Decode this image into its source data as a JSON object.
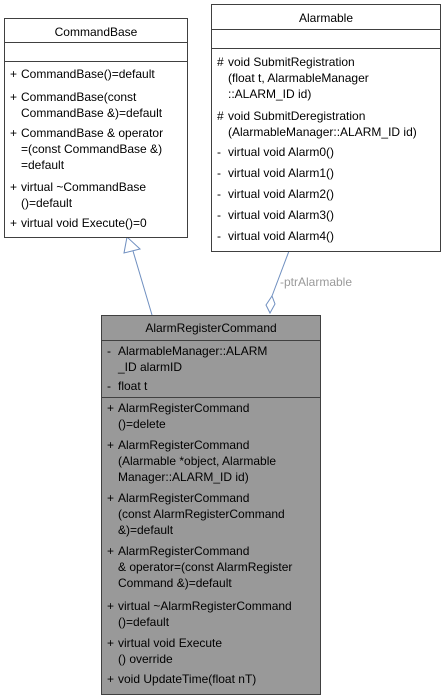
{
  "command_base": {
    "title": "CommandBase",
    "members": [
      {
        "vis": "+",
        "lines": [
          "CommandBase()=default"
        ]
      },
      {
        "vis": "+",
        "lines": [
          "CommandBase(const",
          " CommandBase &)=default"
        ]
      },
      {
        "vis": "+",
        "lines": [
          "CommandBase & operator",
          "=(const CommandBase &)",
          "=default"
        ]
      },
      {
        "vis": "+",
        "lines": [
          "virtual ~CommandBase",
          "()=default"
        ]
      },
      {
        "vis": "+",
        "lines": [
          "virtual void Execute()=0"
        ]
      }
    ]
  },
  "alarmable": {
    "title": "Alarmable",
    "members": [
      {
        "vis": "#",
        "lines": [
          "void SubmitRegistration",
          "(float t, AlarmableManager",
          "::ALARM_ID id)"
        ]
      },
      {
        "vis": "#",
        "lines": [
          "void SubmitDeregistration",
          "(AlarmableManager::ALARM_ID id)"
        ]
      },
      {
        "vis": "-",
        "lines": [
          "virtual void Alarm0()"
        ]
      },
      {
        "vis": "-",
        "lines": [
          "virtual void Alarm1()"
        ]
      },
      {
        "vis": "-",
        "lines": [
          "virtual void Alarm2()"
        ]
      },
      {
        "vis": "-",
        "lines": [
          "virtual void Alarm3()"
        ]
      },
      {
        "vis": "-",
        "lines": [
          "virtual void Alarm4()"
        ]
      }
    ]
  },
  "alarm_register_command": {
    "title": "AlarmRegisterCommand",
    "attributes": [
      {
        "vis": "-",
        "lines": [
          "AlarmableManager::ALARM",
          "_ID alarmID"
        ]
      },
      {
        "vis": "-",
        "lines": [
          "float t"
        ]
      }
    ],
    "methods": [
      {
        "vis": "+",
        "lines": [
          "AlarmRegisterCommand",
          "()=delete"
        ]
      },
      {
        "vis": "+",
        "lines": [
          "AlarmRegisterCommand",
          "(Alarmable *object, Alarmable",
          "Manager::ALARM_ID id)"
        ]
      },
      {
        "vis": "+",
        "lines": [
          "AlarmRegisterCommand",
          "(const AlarmRegisterCommand",
          " &)=default"
        ]
      },
      {
        "vis": "+",
        "lines": [
          "AlarmRegisterCommand",
          " & operator=(const AlarmRegister",
          "Command &)=default"
        ]
      },
      {
        "vis": "+",
        "lines": [
          "virtual ~AlarmRegisterCommand",
          "()=default"
        ]
      },
      {
        "vis": "+",
        "lines": [
          "virtual void Execute",
          "() override"
        ]
      },
      {
        "vis": "+",
        "lines": [
          "void UpdateTime(float nT)"
        ]
      }
    ]
  },
  "edges": {
    "association_label": "-ptrAlarmable"
  }
}
